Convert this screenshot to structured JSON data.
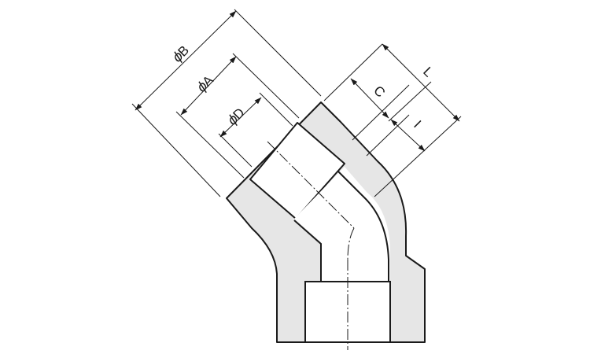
{
  "diagram": {
    "colors": {
      "body_fill": "#e6e6e6",
      "outline": "#1a1a1a",
      "background": "#ffffff"
    },
    "labels": {
      "dim_b": "B",
      "dim_a": "A",
      "dim_d": "D",
      "dim_c": "C",
      "dim_l": "L",
      "dim_i": "I",
      "phi_symbol": "ϕ"
    }
  }
}
